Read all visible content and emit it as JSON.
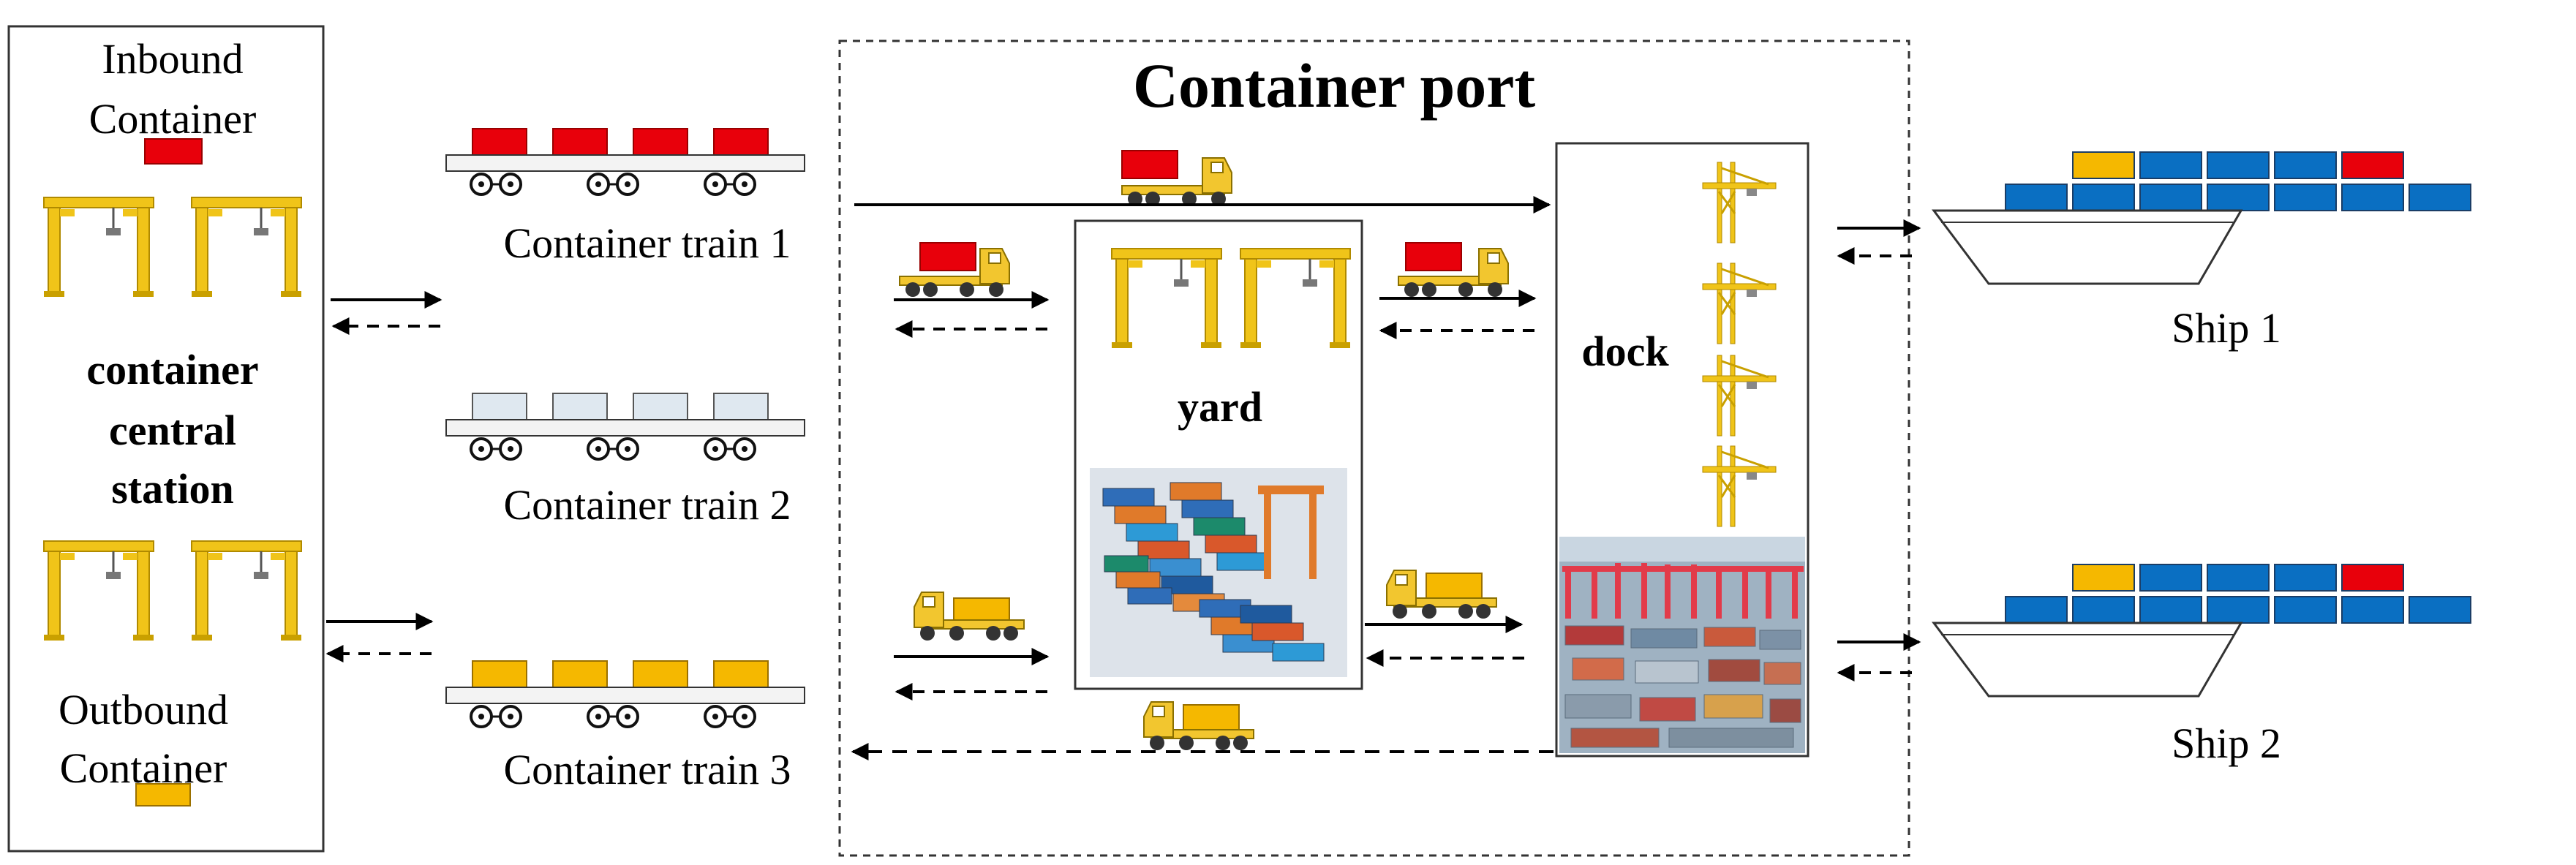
{
  "station": {
    "inbound_label_line1": "Inbound",
    "inbound_label_line2": "Container",
    "name_line1": "container",
    "name_line2": "central",
    "name_line3": "station",
    "outbound_label_line1": "Outbound",
    "outbound_label_line2": "Container"
  },
  "trains": [
    {
      "label": "Container train 1",
      "container_color": "#e8000b"
    },
    {
      "label": "Container train 2",
      "container_color": "#dfe8f0"
    },
    {
      "label": "Container train 3",
      "container_color": "#f5b800"
    }
  ],
  "port": {
    "title": "Container port",
    "yard_label": "yard",
    "dock_label": "dock"
  },
  "ships": [
    {
      "label": "Ship 1"
    },
    {
      "label": "Ship 2"
    }
  ],
  "colors": {
    "inbound": "#e8000b",
    "outbound": "#f5b800",
    "ship_blue": "#0a6fc2",
    "crane": "#f0c419",
    "truck": "#f2c62f"
  }
}
